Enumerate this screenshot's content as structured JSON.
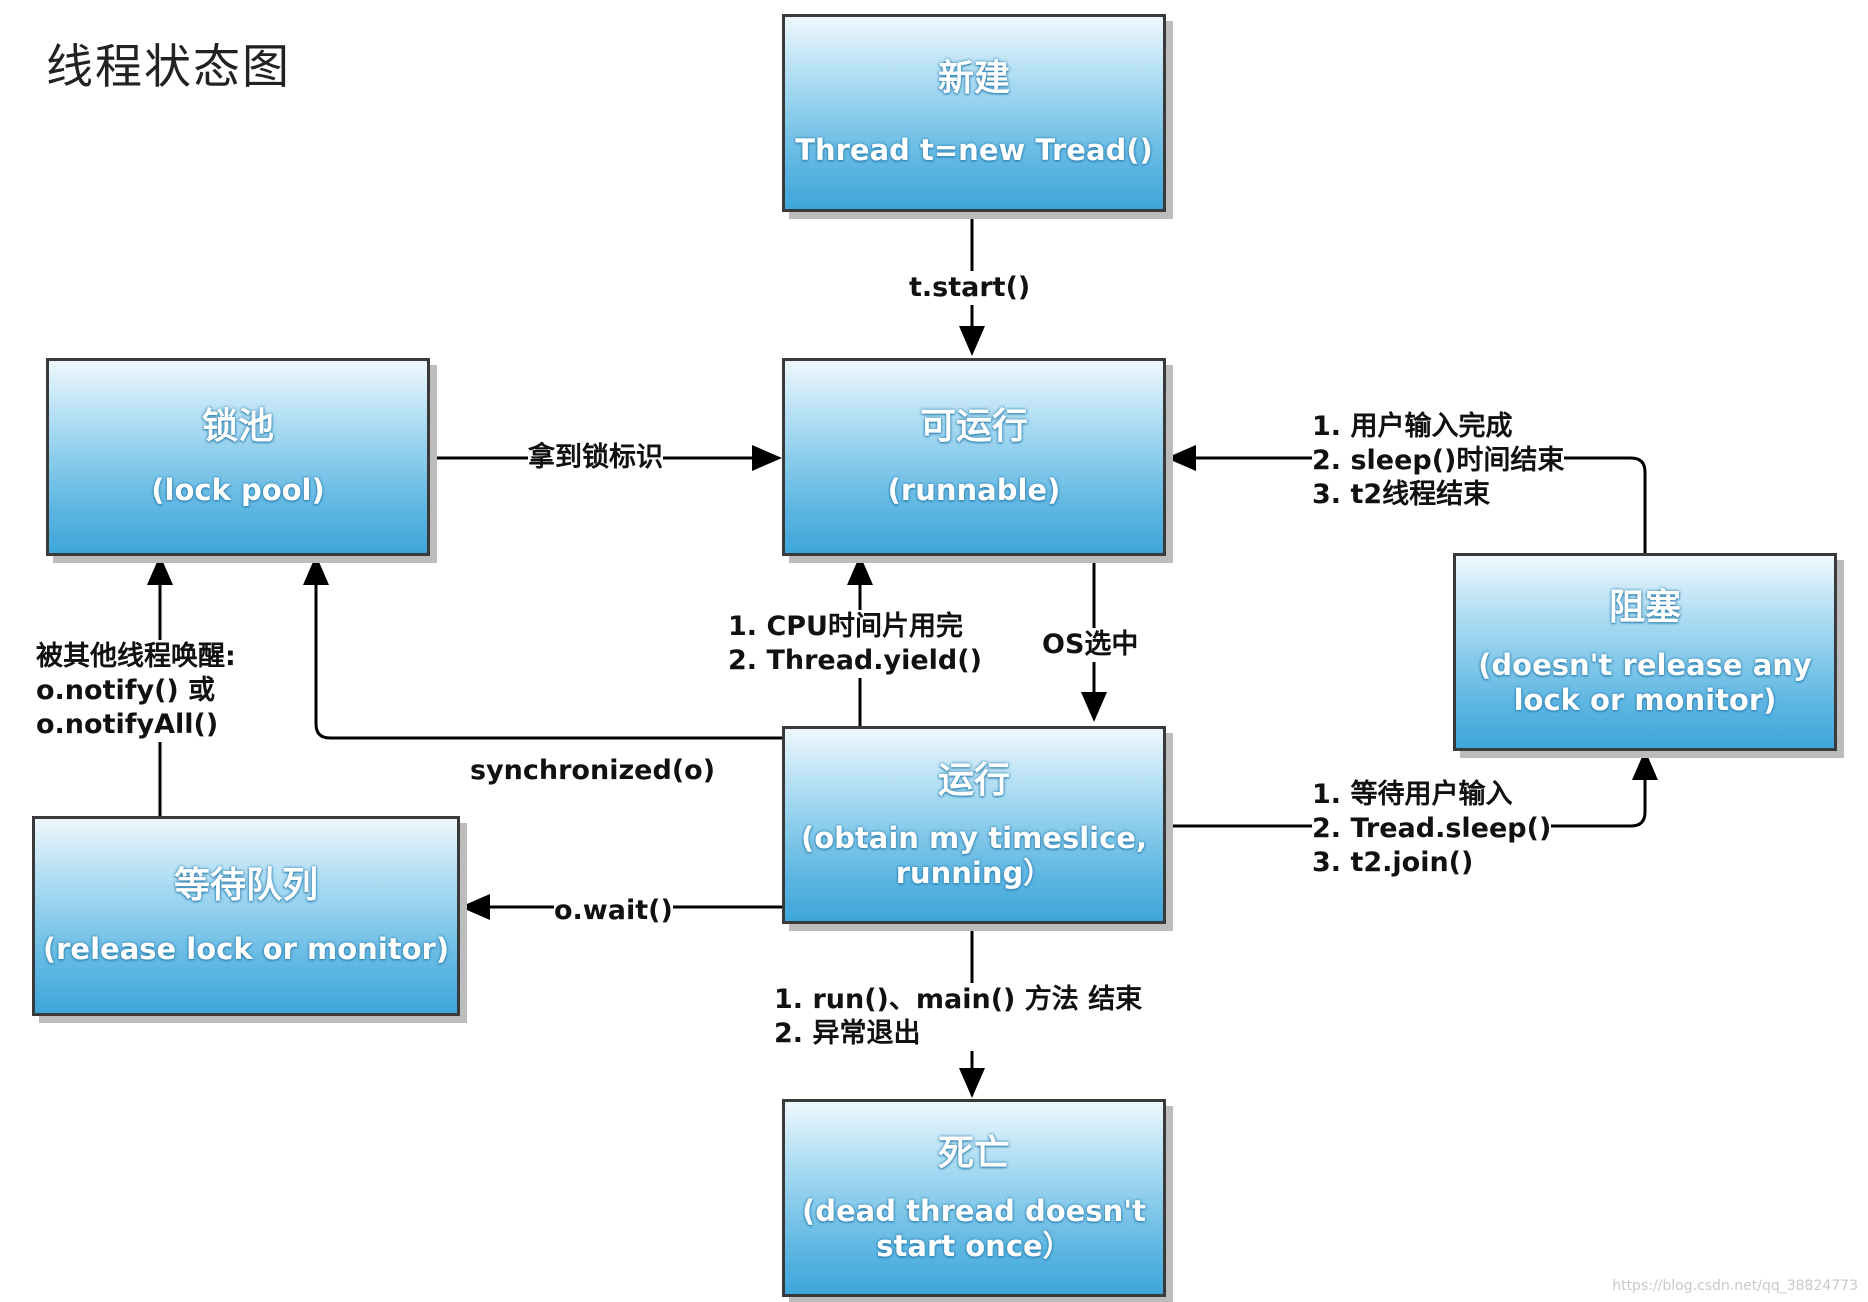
{
  "title": "线程状态图",
  "nodes": {
    "new": {
      "zh": "新建",
      "en": "Thread t=new Tread()"
    },
    "runnable": {
      "zh": "可运行",
      "en": "(runnable)"
    },
    "lock_pool": {
      "zh": "锁池",
      "en": "(lock pool)"
    },
    "blocked": {
      "zh": "阻塞",
      "en": "(doesn't release any\nlock or monitor)"
    },
    "running": {
      "zh": "运行",
      "en": "(obtain my timeslice,\nrunning）"
    },
    "wait_queue": {
      "zh": "等待队列",
      "en": "(release lock or monitor)"
    },
    "dead": {
      "zh": "死亡",
      "en": "(dead thread doesn't\nstart once）"
    }
  },
  "edges": {
    "start": "t.start()",
    "get_lock": "拿到锁标识",
    "unblock": "1. 用户输入完成\n2. sleep()时间结束\n3. t2线程结束",
    "yield": "1. CPU时间片用完\n2. Thread.yield()",
    "os_select": "OS选中",
    "notify": "被其他线程唤醒:\no.notify() 或\no.notifyAll()",
    "synchronized": "synchronized(o)",
    "block": "1. 等待用户输入\n2. Tread.sleep()\n3. t2.join()",
    "wait": "o.wait()",
    "finish": "1. run()、main() 方法 结束\n2. 异常退出"
  },
  "watermark": "https://blog.csdn.net/qq_38824773"
}
